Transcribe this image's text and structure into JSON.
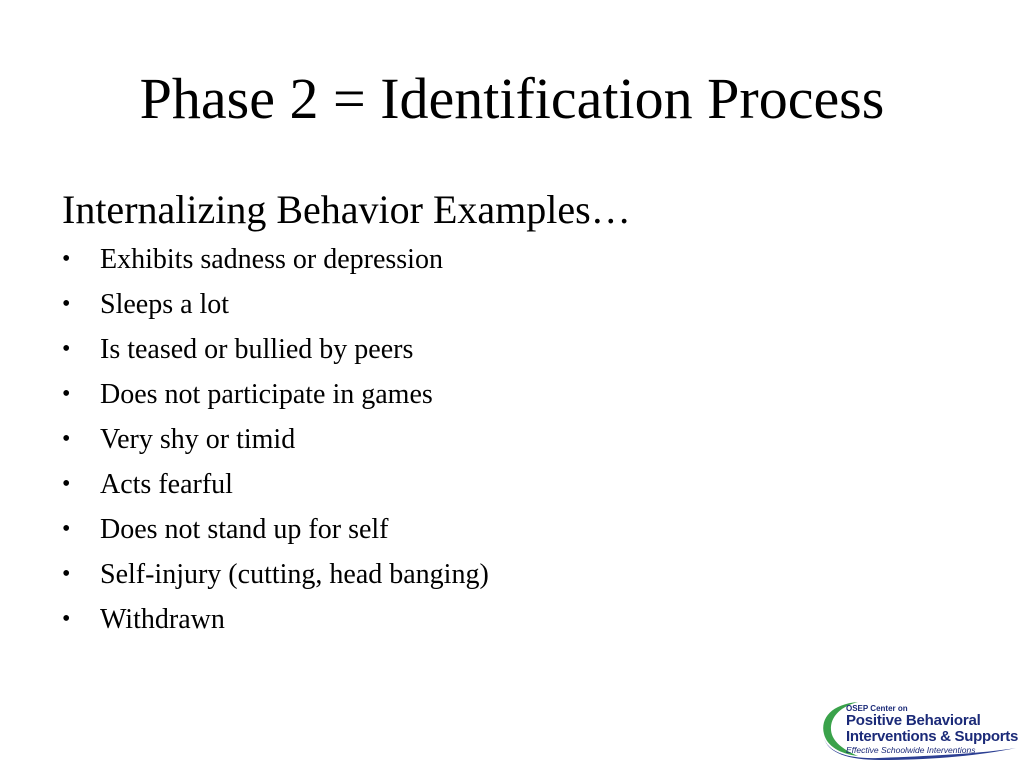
{
  "slide": {
    "title": "Phase 2 = Identification Process",
    "heading": "Internalizing Behavior Examples…",
    "bullet_glyph": "•",
    "bullets": [
      "Exhibits sadness or depression",
      "Sleeps a lot",
      "Is teased or bullied by peers",
      "Does not participate in games",
      "Very shy or timid",
      "Acts fearful",
      "Does not stand up for self",
      "Self-injury (cutting, head banging)",
      "Withdrawn"
    ]
  },
  "logo": {
    "line1": "OSEP Center on",
    "line2": "Positive Behavioral",
    "line3": "Interventions & Supports",
    "line4": "Effective Schoolwide Interventions",
    "colors": {
      "text": "#1b2a78",
      "swoosh_green": "#3aa24a",
      "swoosh_blue": "#2c3f93"
    }
  }
}
